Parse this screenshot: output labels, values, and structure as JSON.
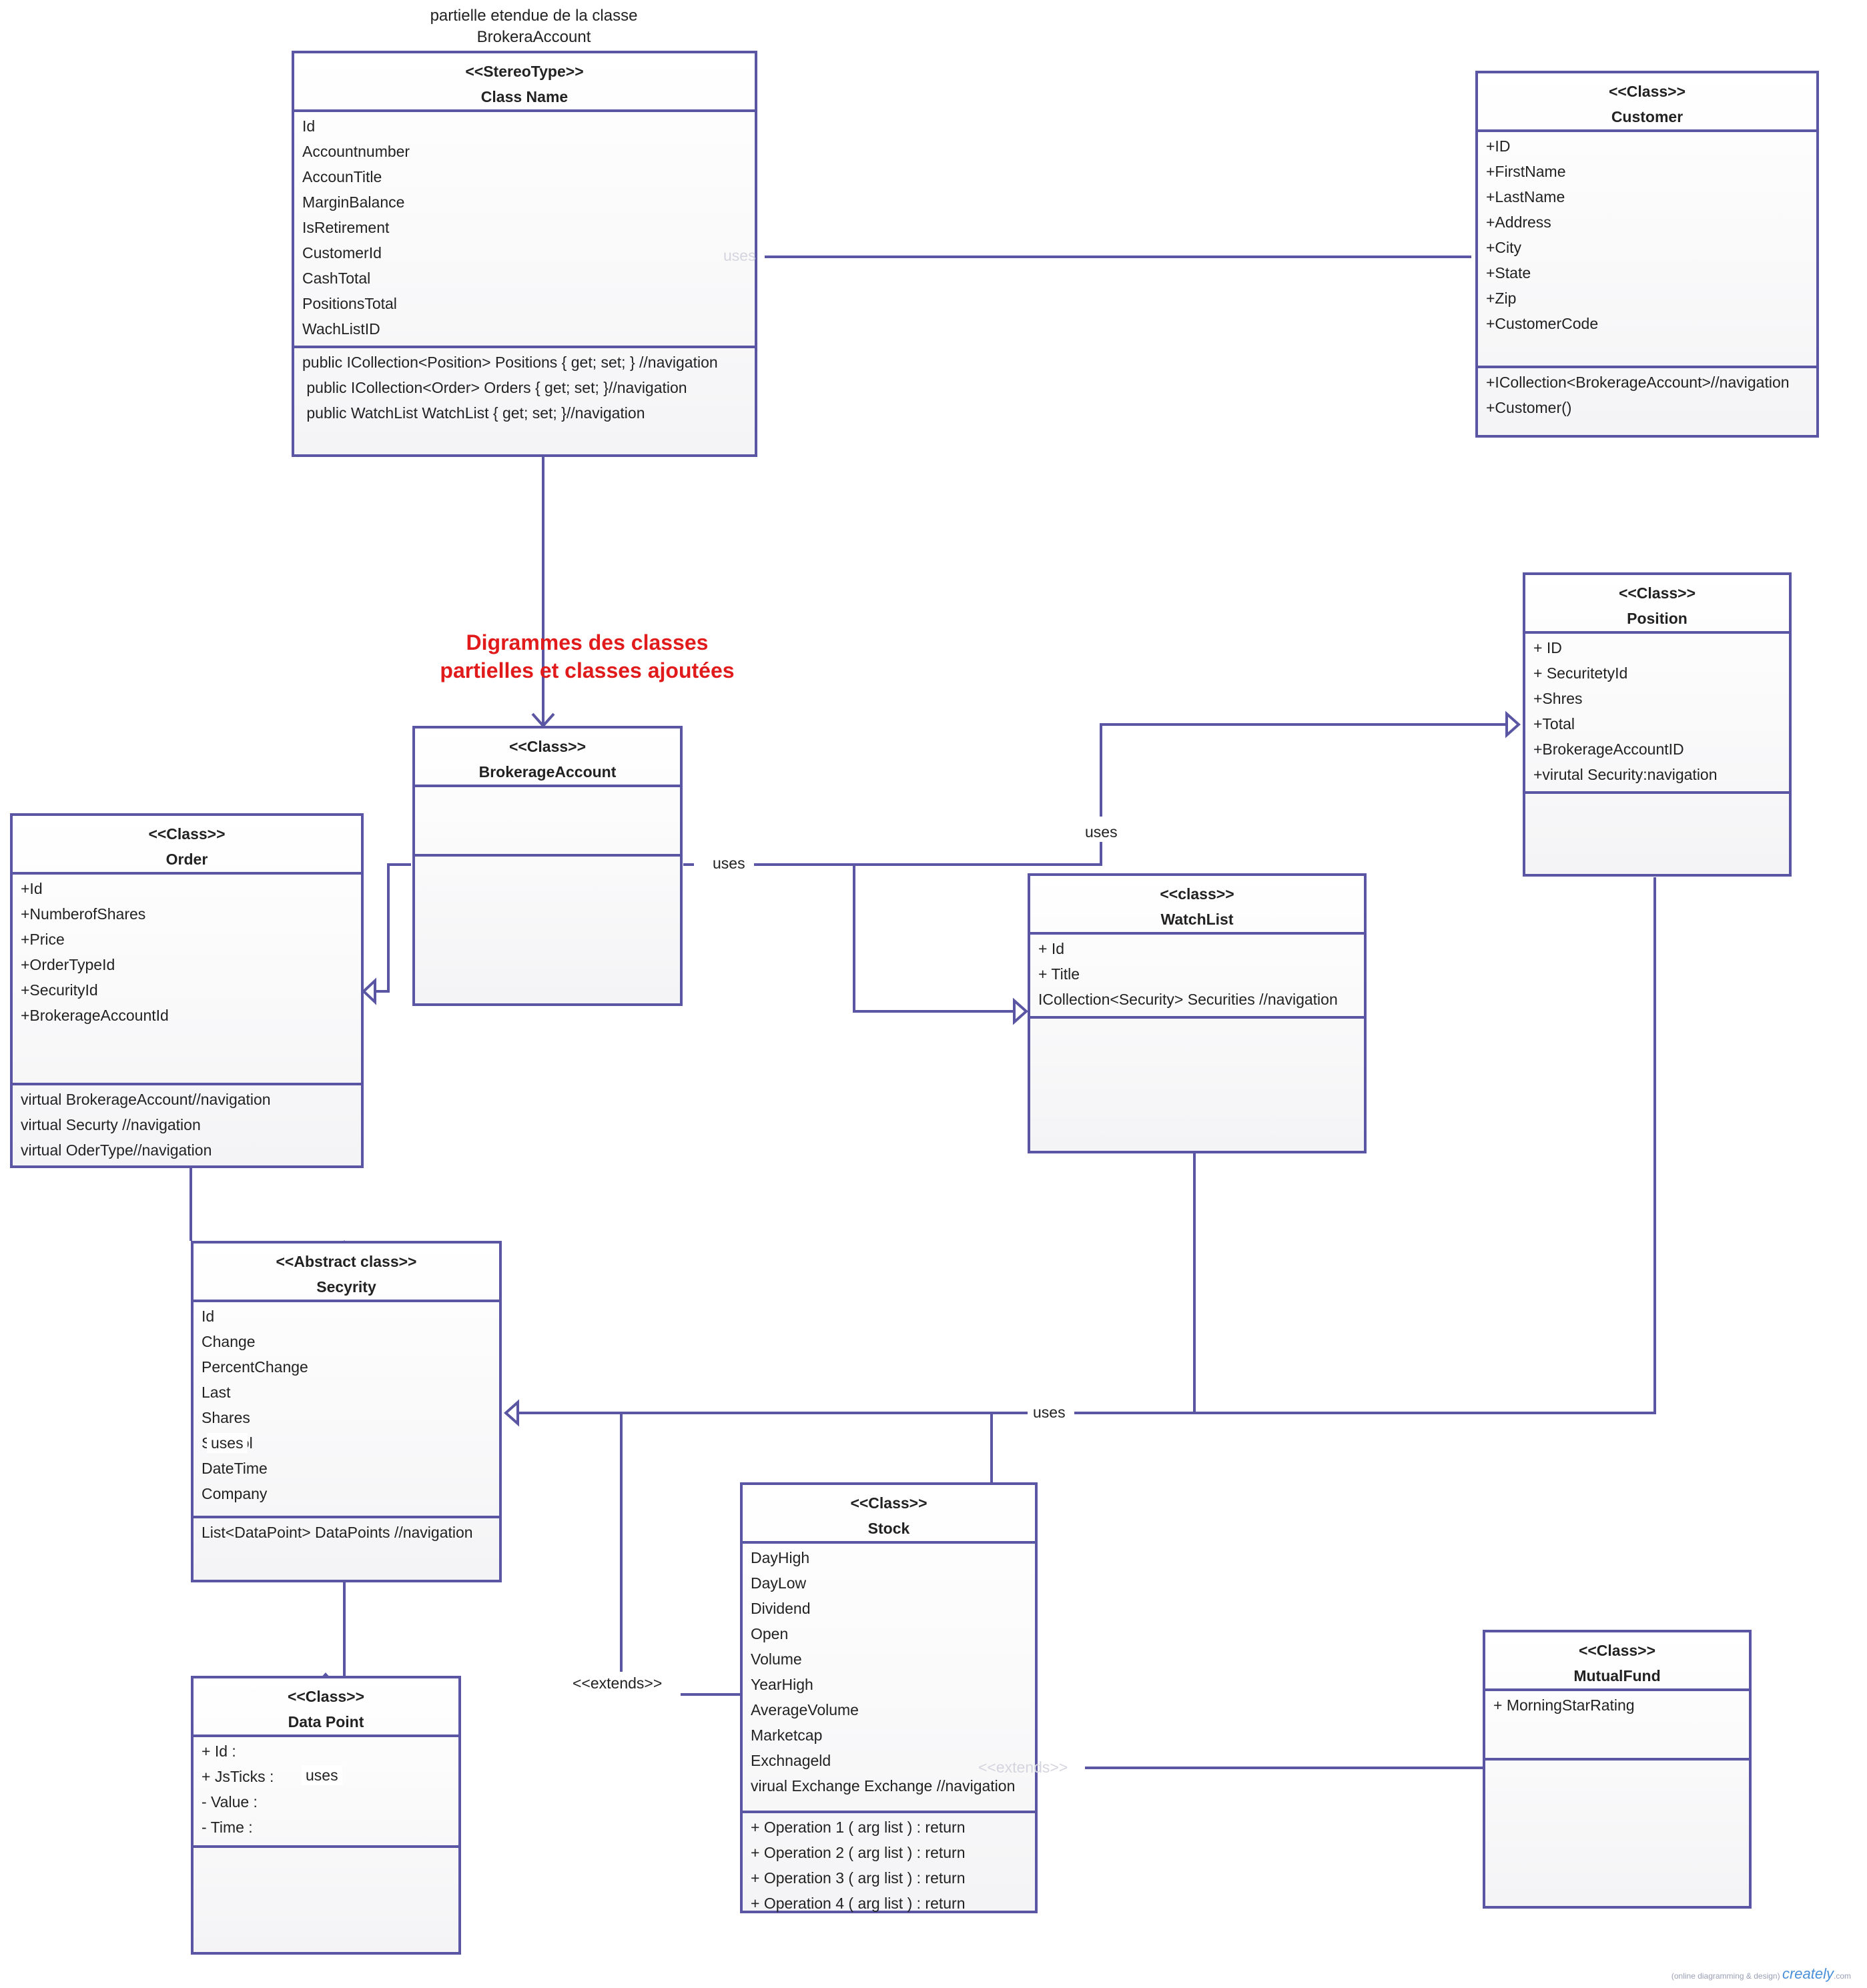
{
  "colors": {
    "line": "#5b56a3",
    "title": "#e11b1b",
    "text": "#222222"
  },
  "note": {
    "line1": "partielle etendue de la classe",
    "line2": "BrokeraAccount"
  },
  "diagram_title": {
    "line1": "Digrammes des classes",
    "line2": "partielles et classes ajoutées"
  },
  "classes": {
    "brokerage_partial": {
      "stereotype": "<<StereoType>>",
      "name": "Class Name",
      "attributes": [
        "Id",
        "Accountnumber",
        "AccounTitle",
        "MarginBalance",
        "IsRetirement",
        "CustomerId",
        "CashTotal",
        "PositionsTotal",
        "WachListID"
      ],
      "operations": [
        "public ICollection<Position> Positions { get; set; } //navigation",
        " public ICollection<Order> Orders { get; set; }//navigation",
        " public WatchList WatchList { get; set; }//navigation"
      ]
    },
    "customer": {
      "stereotype": "<<Class>>",
      "name": "Customer",
      "attributes": [
        "+ID",
        "+FirstName",
        "+LastName",
        "+Address",
        "+City",
        "+State",
        "+Zip",
        "+CustomerCode"
      ],
      "operations": [
        "+ICollection<BrokerageAccount>//navigation",
        "+Customer()"
      ]
    },
    "position": {
      "stereotype": "<<Class>>",
      "name": "Position",
      "attributes": [
        "+ ID",
        "+ SecuritetyId",
        "+Shres",
        "+Total",
        "+BrokerageAccountID",
        "+virutal Security:navigation"
      ],
      "operations": []
    },
    "brokerage": {
      "stereotype": "<<Class>>",
      "name": "BrokerageAccount",
      "attributes": [],
      "operations": []
    },
    "order": {
      "stereotype": "<<Class>>",
      "name": "Order",
      "attributes": [
        "+Id",
        "+NumberofShares",
        "+Price",
        "+OrderTypeId",
        "+SecurityId",
        "+BrokerageAccountId"
      ],
      "operations": [
        "virtual BrokerageAccount//navigation",
        "virtual Securty //navigation",
        "virtual OderType//navigation"
      ]
    },
    "watchlist": {
      "stereotype": "<<class>>",
      "name": "WatchList",
      "attributes": [
        "+ Id",
        "+ Title",
        "ICollection<Security> Securities //navigation"
      ],
      "operations": []
    },
    "security": {
      "stereotype": "<<Abstract class>>",
      "name": "Secyrity",
      "attributes": [
        "Id",
        "Change",
        "PercentChange",
        "Last",
        "Shares",
        "Symbol",
        "DateTime",
        "Company"
      ],
      "operations": [
        "List<DataPoint> DataPoints //navigation"
      ]
    },
    "stock": {
      "stereotype": "<<Class>>",
      "name": "Stock",
      "attributes": [
        "DayHigh",
        "DayLow",
        "Dividend",
        "Open",
        "Volume",
        "YearHigh",
        "AverageVolume",
        "Marketcap",
        "Exchnageld",
        "virual Exchange Exchange //navigation"
      ],
      "operations": [
        "+ Operation 1 ( arg list ) : return",
        "+ Operation 2 ( arg list ) : return",
        "+ Operation 3 ( arg list ) : return",
        "+ Operation 4 ( arg list ) : return"
      ]
    },
    "datapoint": {
      "stereotype": "<<Class>>",
      "name": "Data Point",
      "attributes": [
        "+ Id :",
        "+ JsTicks :",
        "- Value :",
        "- Time :"
      ],
      "operations": []
    },
    "mutualfund": {
      "stereotype": "<<Class>>",
      "name": "MutualFund",
      "attributes": [
        "+ MorningStarRating"
      ],
      "operations": []
    }
  },
  "labels": {
    "uses_customer": "uses",
    "uses_brokerage": "uses",
    "uses_position": "uses",
    "uses_bottom": "uses",
    "uses_security": "uses",
    "uses_datapoint": "uses",
    "extends_left": "<<extends>>",
    "extends_right": "<<extends>>"
  },
  "footer": {
    "small": "(online diagramming & design)",
    "brand": "creately",
    "suffix": ".com"
  }
}
